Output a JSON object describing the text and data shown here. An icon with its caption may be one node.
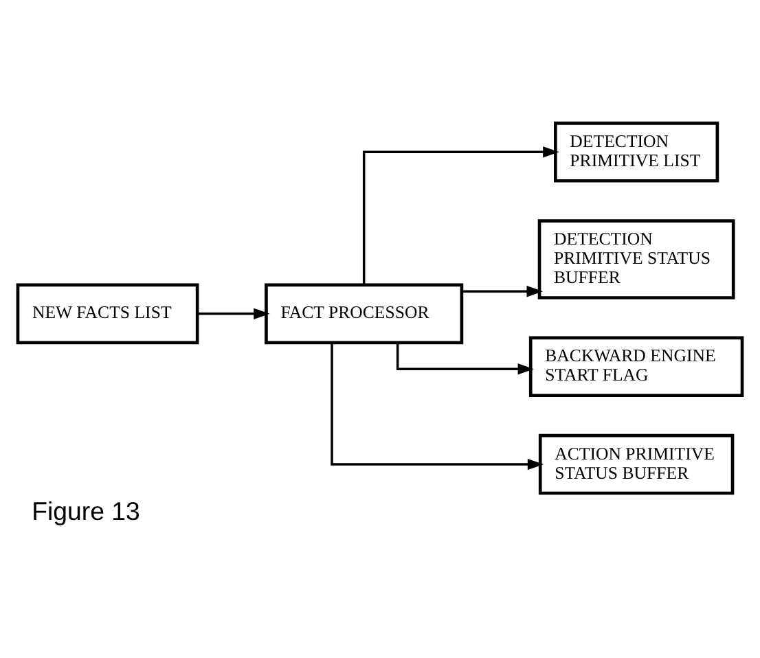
{
  "diagram": {
    "caption": "Figure 13",
    "nodes": [
      {
        "text": [
          "NEW FACTS LIST"
        ]
      },
      {
        "text": [
          "FACT PROCESSOR"
        ]
      },
      {
        "text": [
          "DETECTION PRIMITIVE LIST"
        ]
      },
      {
        "text": [
          "DETECTION PRIMITIVE STATUS BUFFER"
        ]
      },
      {
        "text": [
          "BACKWARD ENGINE START FLAG"
        ]
      },
      {
        "text": [
          "ACTION PRIMITIVE STATUS BUFFER"
        ]
      }
    ],
    "edges": [
      {
        "from": 0,
        "to": 1,
        "arrow": "to"
      },
      {
        "from": 1,
        "to": 2,
        "arrow": "to"
      },
      {
        "from": 1,
        "to": 3,
        "arrow": "to"
      },
      {
        "from": 1,
        "to": 4,
        "arrow": "to"
      },
      {
        "from": 1,
        "to": 5,
        "arrow": "to"
      }
    ]
  }
}
